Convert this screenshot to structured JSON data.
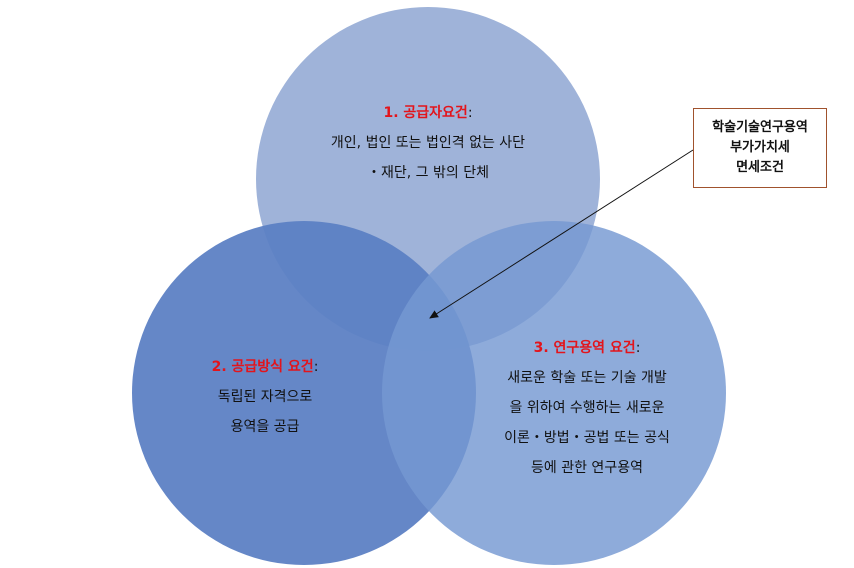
{
  "colors": {
    "circle_top": "#9fb3d9",
    "circle_left": "#5b7fc4",
    "circle_right": "#7598d2",
    "title_accent": "#e3141b",
    "callout_border": "#a0522d"
  },
  "circles": {
    "top": {
      "title": "1. 공급자요건",
      "lines": [
        "개인, 법인 또는 법인격 없는 사단",
        "・재단, 그 밖의 단체"
      ]
    },
    "left": {
      "title": "2. 공급방식 요건",
      "lines": [
        "독립된 자격으로",
        "용역을 공급"
      ]
    },
    "right": {
      "title": "3. 연구용역 요건",
      "lines": [
        "새로운 학술 또는 기술 개발",
        "을 위하여 수행하는 새로운",
        "이론・방법・공법 또는 공식",
        "등에 관한 연구용역"
      ]
    }
  },
  "colon": ":",
  "callout": {
    "lines": [
      "학술기술연구용역",
      "부가가치세",
      "면세조건"
    ]
  }
}
